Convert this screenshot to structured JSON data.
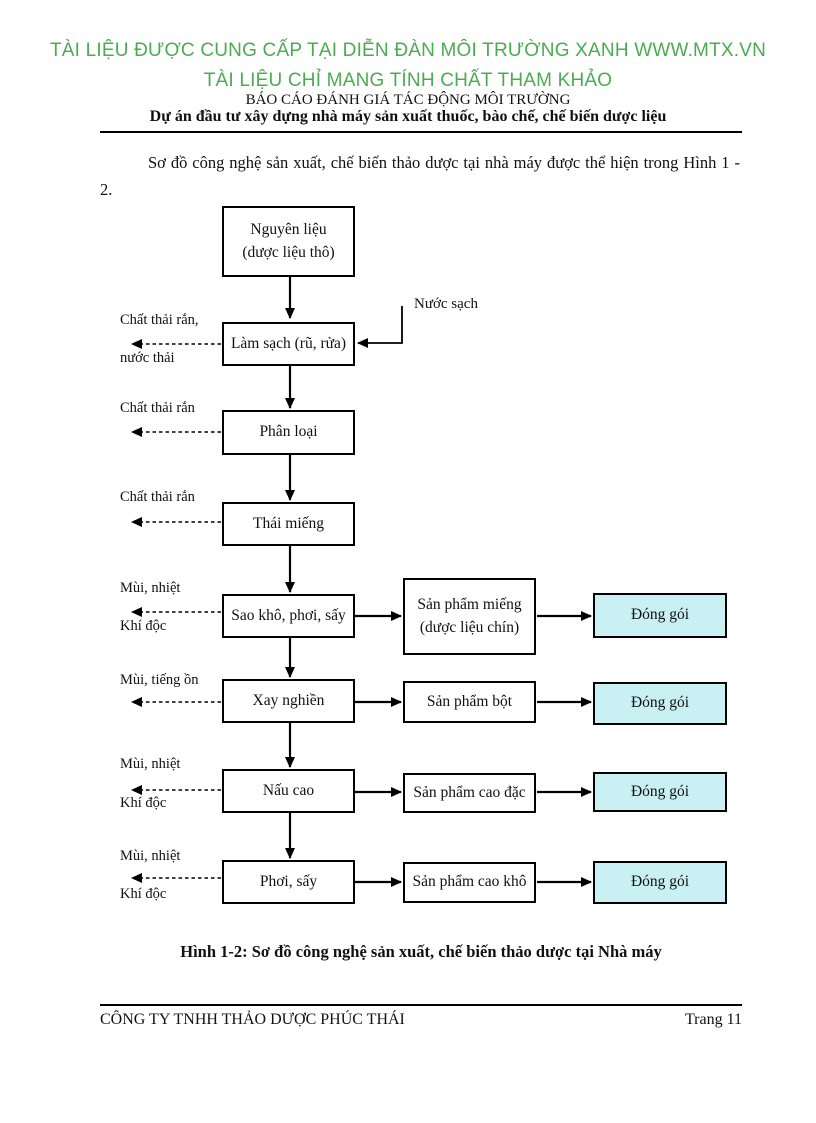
{
  "header": {
    "banner_line1": "TÀI LIỆU ĐƯỢC CUNG CẤP TẠI DIỄN ĐÀN MÔI TRƯỜNG XANH WWW.MTX.VN",
    "banner_line2": "TÀI LIỆU CHỈ MANG TÍNH CHẤT THAM KHẢO",
    "banner_color": "#4cab52",
    "report_title": "BÁO CÁO ĐÁNH GIÁ TÁC ĐỘNG MÔI TRƯỜNG",
    "project_title": "Dự án đầu tư xây dựng nhà máy sản xuất thuốc, bào chế, chế biến dược liệu"
  },
  "intro": {
    "text": "Sơ đồ công nghệ sản xuất, chế biến thảo dược tại nhà máy được thể hiện trong Hình 1 - 2."
  },
  "diagram": {
    "input_label": "Nước sạch",
    "packaging_label": "Đóng gói",
    "packaging_fill": "#c9f1f4",
    "process_boxes": [
      {
        "line1": "Nguyên liệu",
        "line2": "(dược liệu thô)"
      },
      {
        "line1": "Làm sạch (rũ, rửa)"
      },
      {
        "line1": "Phân loại"
      },
      {
        "line1": "Thái miếng"
      },
      {
        "line1": "Sao khô, phơi, sấy"
      },
      {
        "line1": "Xay nghiền"
      },
      {
        "line1": "Nấu cao"
      },
      {
        "line1": "Phơi, sấy"
      }
    ],
    "product_boxes": [
      {
        "line1": "Sản phẩm miếng",
        "line2": "(dược liệu chín)"
      },
      {
        "line1": "Sản phẩm bột"
      },
      {
        "line1": "Sản phẩm cao đặc"
      },
      {
        "line1": "Sản phẩm cao khô"
      }
    ],
    "waste_labels": [
      {
        "line1": "Chất thải rắn,",
        "line2": "nước thải"
      },
      {
        "line1": "Chất thải rắn"
      },
      {
        "line1": "Chất thải rắn"
      },
      {
        "line1": "Mùi, nhiệt",
        "line2": "Khí độc"
      },
      {
        "line1": "Mùi, tiếng ồn"
      },
      {
        "line1": "Mùi, nhiệt",
        "line2": "Khí độc"
      },
      {
        "line1": "Mùi, nhiệt",
        "line2": "Khí độc"
      }
    ]
  },
  "caption": {
    "text": "Hình 1-2: Sơ đồ công nghệ sản xuất, chế biến thảo dược tại Nhà máy"
  },
  "footer": {
    "company": "CÔNG TY TNHH THẢO DƯỢC PHÚC THÁI",
    "page_label": "Trang  11"
  }
}
